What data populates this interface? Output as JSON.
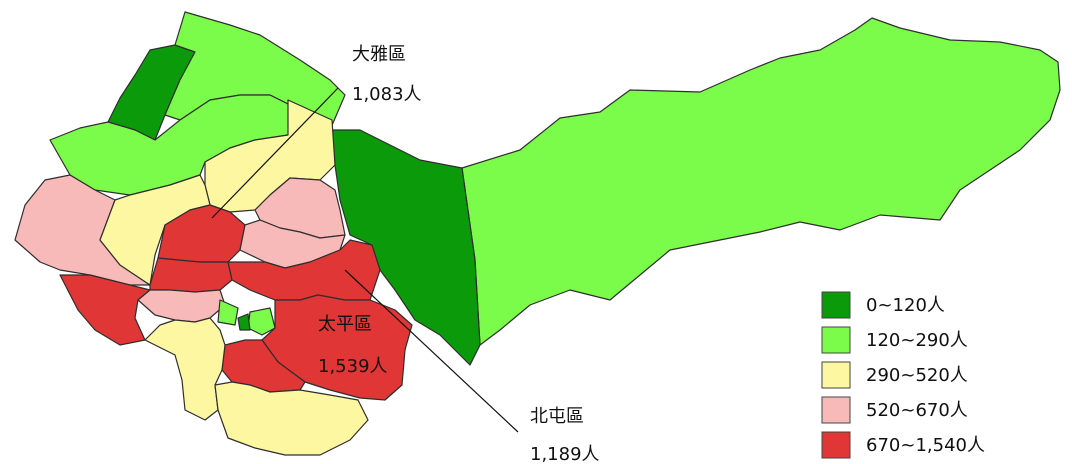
{
  "colors": {
    "c1": "#0a9a0a",
    "c2": "#7cfc4a",
    "c3": "#fdf7a2",
    "c4": "#f8b9b9",
    "c5": "#e03636"
  },
  "callouts": [
    {
      "name": "大雅區",
      "value": "1,083人"
    },
    {
      "name": "太平區",
      "value": "1,539人"
    },
    {
      "name": "北屯區",
      "value": "1,189人"
    }
  ],
  "legend": [
    {
      "label": "0~120人",
      "color": "#0a9a0a"
    },
    {
      "label": "120~290人",
      "color": "#7cfc4a"
    },
    {
      "label": "290~520人",
      "color": "#fdf7a2"
    },
    {
      "label": "520~670人",
      "color": "#f8b9b9"
    },
    {
      "label": "670~1,540人",
      "color": "#e03636"
    }
  ]
}
